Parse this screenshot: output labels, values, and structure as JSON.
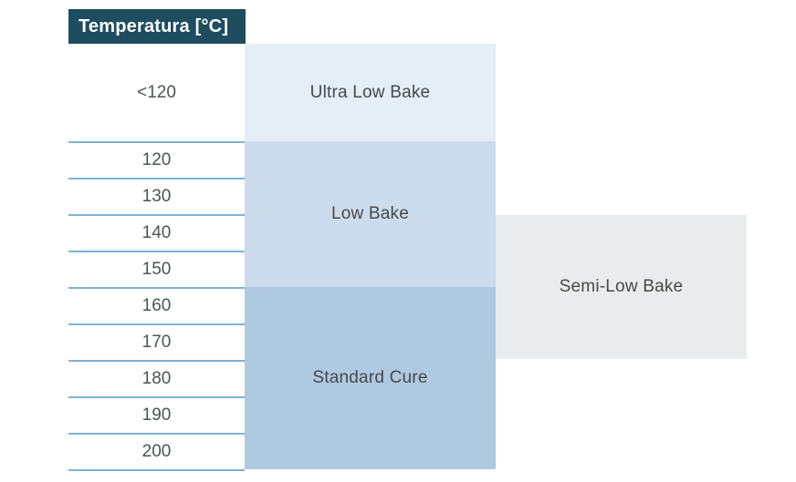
{
  "header": {
    "label": "Temperatura [°C]",
    "bg": "#1e4d5f",
    "text_color": "#ffffff"
  },
  "temperature_column": {
    "first_row": "<120",
    "rows": [
      "120",
      "130",
      "140",
      "150",
      "160",
      "170",
      "180",
      "190",
      "200"
    ],
    "line_color": "#7fb2d4"
  },
  "blocks": {
    "ultra_low_bake": {
      "label": "Ultra Low Bake",
      "bg": "#e5edf6"
    },
    "low_bake": {
      "label": "Low Bake",
      "bg": "#cddcec"
    },
    "standard_cure": {
      "label": "Standard Cure",
      "bg": "#aec9e0"
    },
    "semi_low_bake": {
      "label": "Semi-Low Bake",
      "bg": "#eaebec"
    }
  },
  "chart_data": {
    "type": "table",
    "title": "Temperatura [°C]",
    "temperature_ticks": [
      "<120",
      "120",
      "130",
      "140",
      "150",
      "160",
      "170",
      "180",
      "190",
      "200"
    ],
    "categories": [
      {
        "name": "Ultra Low Bake",
        "temperature_range": "<120"
      },
      {
        "name": "Low Bake",
        "temperature_range": "120–150"
      },
      {
        "name": "Semi-Low Bake",
        "temperature_range": "140–170"
      },
      {
        "name": "Standard Cure",
        "temperature_range": "160–200"
      }
    ],
    "layout": "Vertical temperature scale on left; category blocks aligned to temperature rows; Semi-Low Bake block offset to the right, overlapping rows 140–170"
  }
}
